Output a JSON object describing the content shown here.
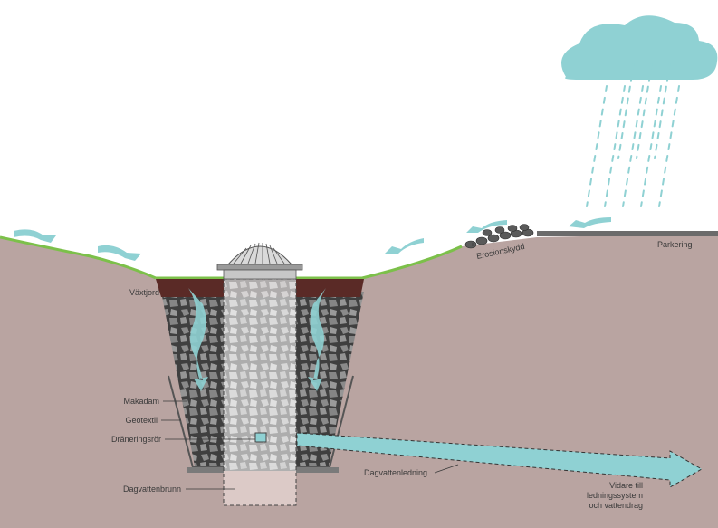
{
  "labels": {
    "vaxtjord": "Växtjord",
    "makadam": "Makadam",
    "geotextil": "Geotextil",
    "draneringsror": "Dräneringsrör",
    "dagvattenbrunn": "Dagvattenbrunn",
    "dagvattenledning": "Dagvattenledning",
    "erosionsskydd": "Erosionskydd",
    "parkering": "Parkering",
    "vidare_1": "Vidare till",
    "vidare_2": "ledningssystem",
    "vidare_3": "och vattendrag"
  },
  "colors": {
    "ground": "#b9a4a1",
    "topsoil": "#5a2a26",
    "grass": "#7cc04a",
    "water": "#8fd1d3",
    "cloud": "#8fd1d3",
    "stone_fill": "#6b6b6b",
    "stone_light": "#c9c9c9",
    "pavement": "#6b6b6b",
    "label_text": "#3a3a3a"
  }
}
